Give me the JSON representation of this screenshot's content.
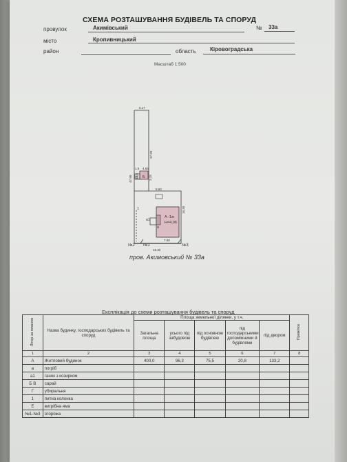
{
  "header": {
    "title": "СХЕМА РОЗТАШУВАННЯ БУДІВЕЛЬ ТА СПОРУД",
    "street_label": "провулок",
    "street_value": "Акимівський",
    "number_label": "№",
    "number_value": "33а",
    "city_label": "місто",
    "city_value": "Кропивницький",
    "district_label": "район",
    "region_label": "область",
    "region_value": "Кіровоградська",
    "scale": "Масштаб 1:500"
  },
  "plan": {
    "caption": "пров. Акимовський № 33а",
    "dims": {
      "top": "6.17",
      "right_long": "27.20",
      "left_long": "47.90",
      "d1": "1.5",
      "d2": "4.65",
      "d3": "2.10",
      "d4": "3.15",
      "d5": "8.63",
      "d6": "16.30",
      "bottom_right": "7.60",
      "bottom_left": "15.30"
    },
    "labels": {
      "b": "Б",
      "v": "В",
      "a": "А -1ж",
      "height": "Н=4,06",
      "a1": "а1",
      "a_small": "а",
      "g": "1",
      "n1": "№1",
      "n2": "№2",
      "n3": "№3"
    }
  },
  "explication": {
    "title": "Експлікація до схеми розташування будівель та споруд",
    "col_num": "Літер за планом",
    "col_name": "Назва будинку, господарських будівель та споруд",
    "group_header": "Площа земельної ділянки, у т.ч.",
    "col_total": "Загальна площа",
    "col_built": "усього під забудовою",
    "col_under_house": "під основною будівлею",
    "col_under_outbuildings": "під господарськими, допоміжними й будівлями",
    "col_yard": "під двором",
    "col_note": "Примітка",
    "numbers": [
      "1",
      "2",
      "3",
      "4",
      "5",
      "6",
      "7",
      "8"
    ],
    "rows": [
      {
        "lit": "А",
        "name": "Житловий будинок",
        "total": "400,0",
        "built": "96,3",
        "house": "75,5",
        "outb": "20,8",
        "yard": "133,2",
        "note": ""
      },
      {
        "lit": "а",
        "name": "погріб",
        "total": "",
        "built": "",
        "house": "",
        "outb": "",
        "yard": "",
        "note": ""
      },
      {
        "lit": "а1",
        "name": "ганок з козирком",
        "total": "",
        "built": "",
        "house": "",
        "outb": "",
        "yard": "",
        "note": ""
      },
      {
        "lit": "Б В",
        "name": "сарай",
        "total": "",
        "built": "",
        "house": "",
        "outb": "",
        "yard": "",
        "note": ""
      },
      {
        "lit": "Г",
        "name": "убиральня",
        "total": "",
        "built": "",
        "house": "",
        "outb": "",
        "yard": "",
        "note": ""
      },
      {
        "lit": "1",
        "name": "питна колонка",
        "total": "",
        "built": "",
        "house": "",
        "outb": "",
        "yard": "",
        "note": ""
      },
      {
        "lit": "Е",
        "name": "вигрібна яма",
        "total": "",
        "built": "",
        "house": "",
        "outb": "",
        "yard": "",
        "note": ""
      },
      {
        "lit": "№1-№3",
        "name": "огорожа",
        "total": "",
        "built": "",
        "house": "",
        "outb": "",
        "yard": "",
        "note": ""
      }
    ]
  }
}
